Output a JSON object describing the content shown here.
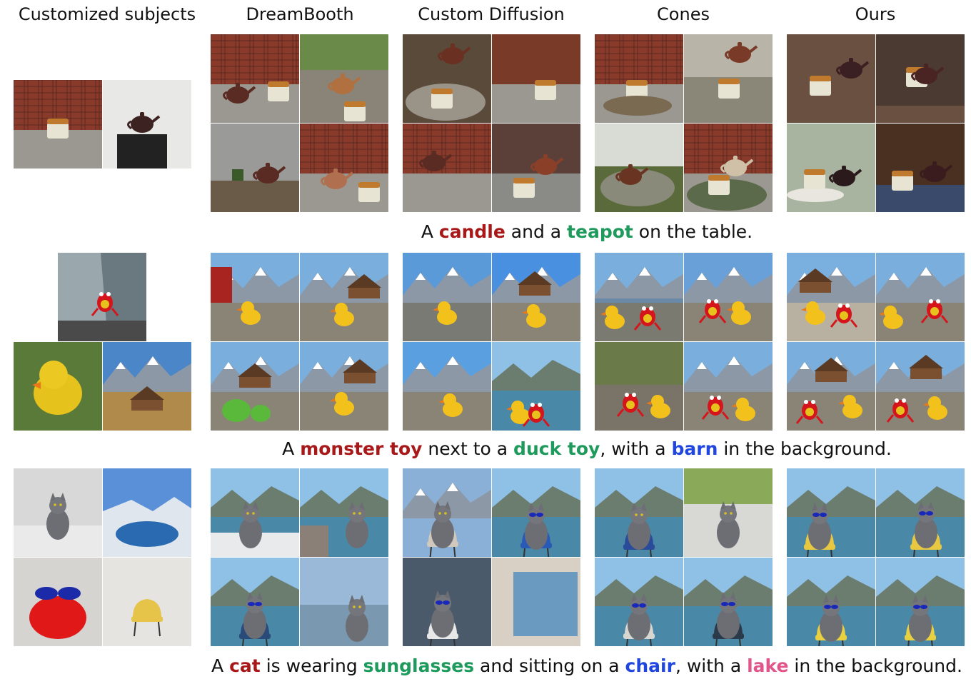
{
  "headers": [
    "Customized subjects",
    "DreamBooth",
    "Custom Diffusion",
    "Cones",
    "Ours"
  ],
  "captions": [
    [
      {
        "text": "A ",
        "color": ""
      },
      {
        "text": "candle",
        "color": "#a81818"
      },
      {
        "text": " and a ",
        "color": ""
      },
      {
        "text": "teapot",
        "color": "#1e9a5c"
      },
      {
        "text": " on the table.",
        "color": ""
      }
    ],
    [
      {
        "text": "A ",
        "color": ""
      },
      {
        "text": "monster toy",
        "color": "#a81818"
      },
      {
        "text": " next to a ",
        "color": ""
      },
      {
        "text": "duck toy",
        "color": "#1e9a5c"
      },
      {
        "text": ", with a ",
        "color": ""
      },
      {
        "text": "barn",
        "color": "#1f47e0"
      },
      {
        "text": " in the background.",
        "color": ""
      }
    ],
    [
      {
        "text": "A ",
        "color": ""
      },
      {
        "text": "cat",
        "color": "#a81818"
      },
      {
        "text": " is wearing ",
        "color": ""
      },
      {
        "text": "sunglasses",
        "color": "#1e9a5c"
      },
      {
        "text": " and sitting on a ",
        "color": ""
      },
      {
        "text": "chair",
        "color": "#1f47e0"
      },
      {
        "text": ", with a ",
        "color": ""
      },
      {
        "text": "lake",
        "color": "#e0568a"
      },
      {
        "text": " in the background.",
        "color": ""
      }
    ]
  ],
  "image_tiles": {
    "row1_subjects": [
      "candle-photo",
      "teapot-photo"
    ],
    "row2_subjects": [
      "monster-toy-photo",
      "duck-toy-photo",
      "barn-photo"
    ],
    "row3_subjects": [
      "cat-photo",
      "lake-photo",
      "sunglasses-photo",
      "chair-photo"
    ]
  }
}
